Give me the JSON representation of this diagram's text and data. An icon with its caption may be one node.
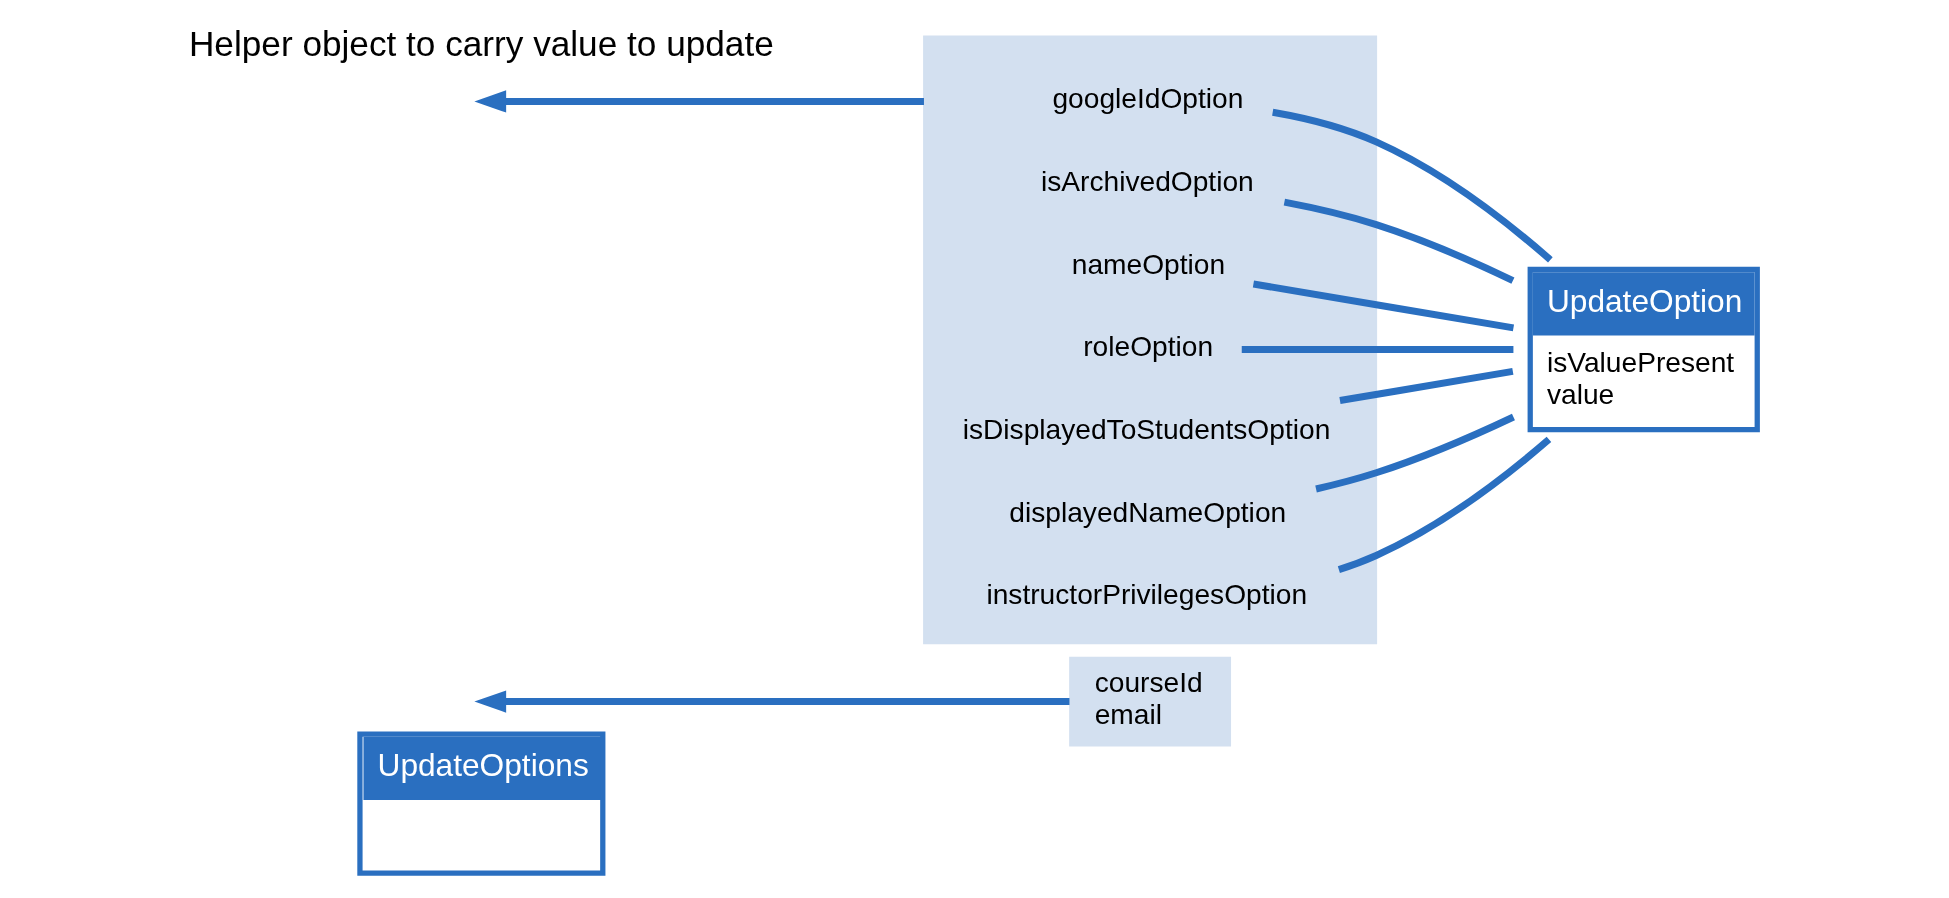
{
  "diagram": {
    "nodes": [
      {
        "text": [
          "UpdateOptions"
        ]
      },
      {
        "text": [
          "courseId",
          "email"
        ]
      },
      {
        "text": [],
        "shape": "box"
      },
      {
        "text": [
          "googleIdOption"
        ],
        "in": 2
      },
      {
        "text": [
          "isArchivedOption"
        ],
        "in": 2
      },
      {
        "text": [
          "nameOption"
        ],
        "in": 2
      },
      {
        "text": [
          "roleOption"
        ],
        "in": 2
      },
      {
        "text": [
          "isDisplayedToStudentsOption"
        ],
        "in": 2
      },
      {
        "text": [
          "displayedNameOption"
        ],
        "in": 2
      },
      {
        "text": [
          "instructorPrivilegesOption"
        ],
        "in": 2
      },
      {
        "text": [
          "UpdateOption",
          "isValuePresent",
          "value"
        ]
      }
    ],
    "edges": [
      {
        "from": 1,
        "to": null,
        "arrow": "to"
      },
      {
        "from": 2,
        "to": null,
        "arrow": "to"
      },
      {
        "from": 3,
        "to": 10,
        "arrow": "none"
      },
      {
        "from": 4,
        "to": 10,
        "arrow": "none"
      },
      {
        "from": 5,
        "to": 10,
        "arrow": "none"
      },
      {
        "from": 6,
        "to": 10,
        "arrow": "none"
      },
      {
        "from": 7,
        "to": 10,
        "arrow": "none"
      },
      {
        "from": 8,
        "to": 10,
        "arrow": "none"
      },
      {
        "from": 9,
        "to": 10,
        "arrow": "none"
      }
    ],
    "labels": [
      "Helper object to carry value to update"
    ]
  }
}
